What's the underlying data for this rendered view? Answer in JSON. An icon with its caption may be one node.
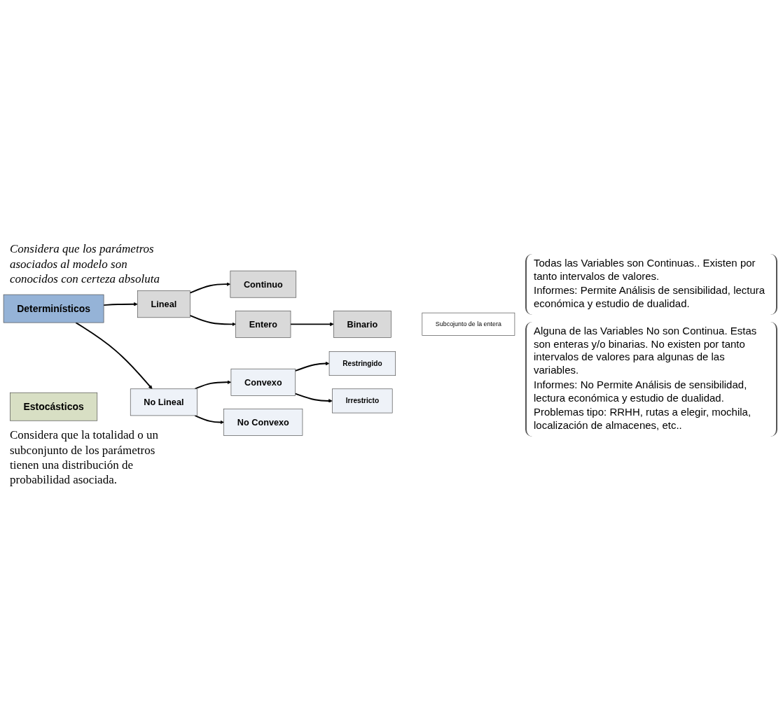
{
  "diagram": {
    "nodes": [
      {
        "text": [
          "Determinísticos"
        ],
        "beside": [
          "Considera que los parámetros asociados al modelo son conocidos con certeza absoluta"
        ]
      },
      {
        "text": [
          "Estocásticos"
        ],
        "beside": [
          "Considera que la totalidad o un subconjunto de los parámetros tienen una distribución de probabilidad asociada."
        ]
      },
      {
        "text": [
          "Lineal"
        ]
      },
      {
        "text": [
          "No Lineal"
        ]
      },
      {
        "text": [
          "Convexo"
        ]
      },
      {
        "text": [
          "No Convexo"
        ]
      },
      {
        "text": [
          "Restringido"
        ]
      },
      {
        "text": [
          "Irrestricto"
        ]
      },
      {
        "text": [
          "Continuo"
        ],
        "beside": [
          "Todas las Variables son Continuas.. Existen por tanto intervalos de valores.",
          "Informes: Permite Análisis de sensibilidad, lectura económica y estudio de dualidad."
        ]
      },
      {
        "text": [
          "Entero"
        ],
        "beside": [
          "Alguna de las Variables No son Continua. Estas son enteras y/o binarias. No existen por tanto intervalos de valores  para algunas de las variables.",
          "Informes: No Permite Análisis de sensibilidad, lectura económica y estudio de dualidad.",
          "Problemas tipo: RRHH, rutas a elegir, mochila, localización de almacenes, etc.."
        ]
      },
      {
        "text": [
          "Binario"
        ]
      },
      {
        "text": [
          "Subcojunto de la entera"
        ]
      }
    ],
    "edges": [
      {
        "from": 0,
        "to": 2,
        "arrow": "to"
      },
      {
        "from": 0,
        "to": 3,
        "arrow": "to"
      },
      {
        "from": 3,
        "to": 4,
        "arrow": "to"
      },
      {
        "from": 3,
        "to": 5,
        "arrow": "to"
      },
      {
        "from": 4,
        "to": 6,
        "arrow": "to"
      },
      {
        "from": 4,
        "to": 7,
        "arrow": "to"
      },
      {
        "from": 2,
        "to": 8,
        "arrow": "to"
      },
      {
        "from": 2,
        "to": 9,
        "arrow": "to"
      },
      {
        "from": 9,
        "to": 10,
        "arrow": "to"
      }
    ]
  }
}
